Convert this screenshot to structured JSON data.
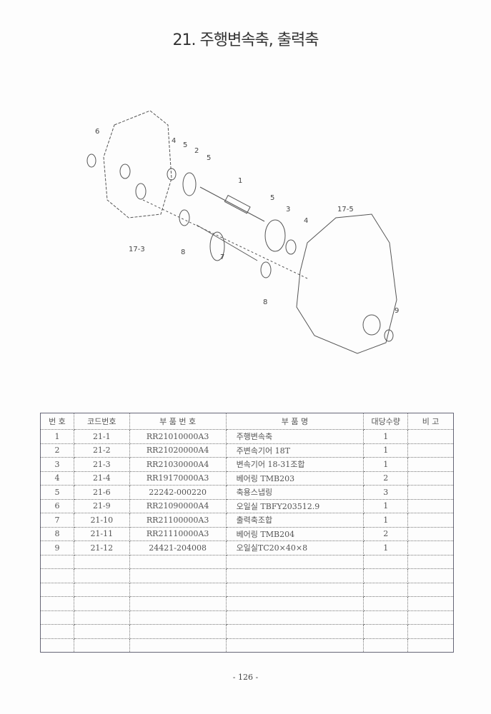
{
  "title": "21. 주행변속축, 출력축",
  "diagram": {
    "callouts": [
      "6",
      "4",
      "5",
      "2",
      "5",
      "1",
      "5",
      "3",
      "4",
      "17-5",
      "17-3",
      "8",
      "7",
      "8",
      "9"
    ]
  },
  "table": {
    "headers": [
      "번 호",
      "코드번호",
      "부 품 번 호",
      "부     품     명",
      "대당수량",
      "비 고"
    ],
    "rows": [
      [
        "1",
        "21-1",
        "RR21010000A3",
        "주행변속축",
        "1",
        ""
      ],
      [
        "2",
        "21-2",
        "RR21020000A4",
        "주변속기어 18T",
        "1",
        ""
      ],
      [
        "3",
        "21-3",
        "RR21030000A4",
        "변속기어 18-31조합",
        "1",
        ""
      ],
      [
        "4",
        "21-4",
        "RR19170000A3",
        "베어링 TMB203",
        "2",
        ""
      ],
      [
        "5",
        "21-6",
        "22242-000220",
        "축용스냅링",
        "3",
        ""
      ],
      [
        "6",
        "21-9",
        "RR21090000A4",
        "오일실 TBFY203512.9",
        "1",
        ""
      ],
      [
        "7",
        "21-10",
        "RR21100000A3",
        "출력축조합",
        "1",
        ""
      ],
      [
        "8",
        "21-11",
        "RR21110000A3",
        "베어링 TMB204",
        "2",
        ""
      ],
      [
        "9",
        "21-12",
        "24421-204008",
        "오일실TC20×40×8",
        "1",
        ""
      ]
    ]
  },
  "footer": "- 126 -"
}
